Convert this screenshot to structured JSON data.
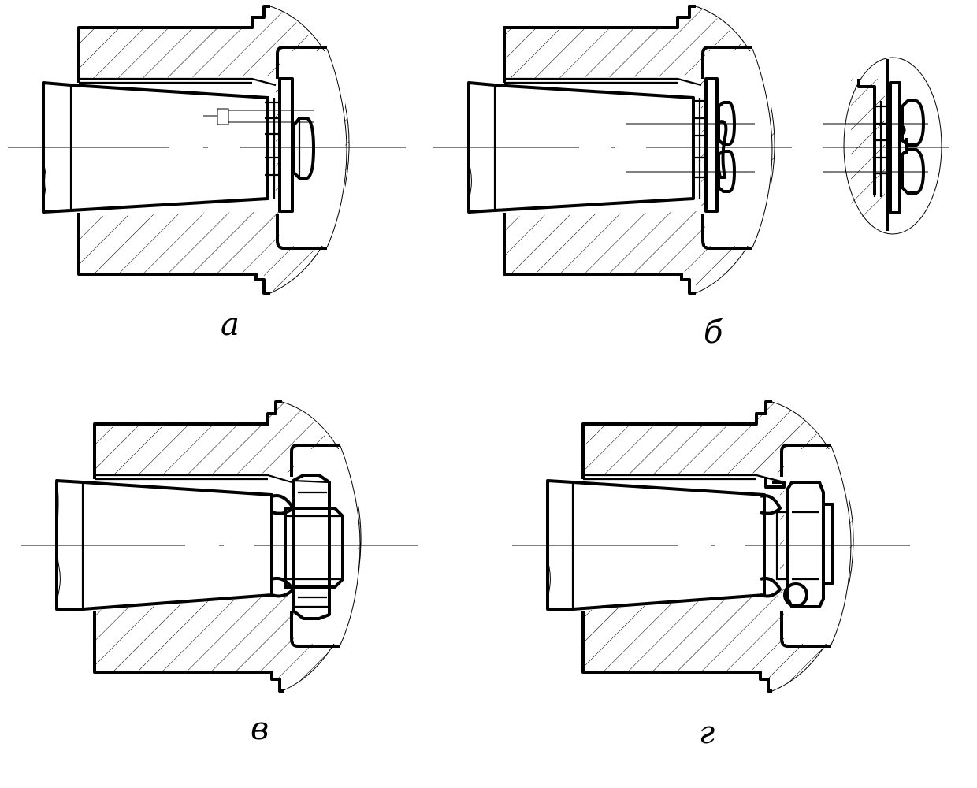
{
  "figure_labels": {
    "a": "а",
    "b": "б",
    "v": "в",
    "g": "г"
  },
  "colors": {
    "line": "#000000",
    "background": "#ffffff"
  }
}
